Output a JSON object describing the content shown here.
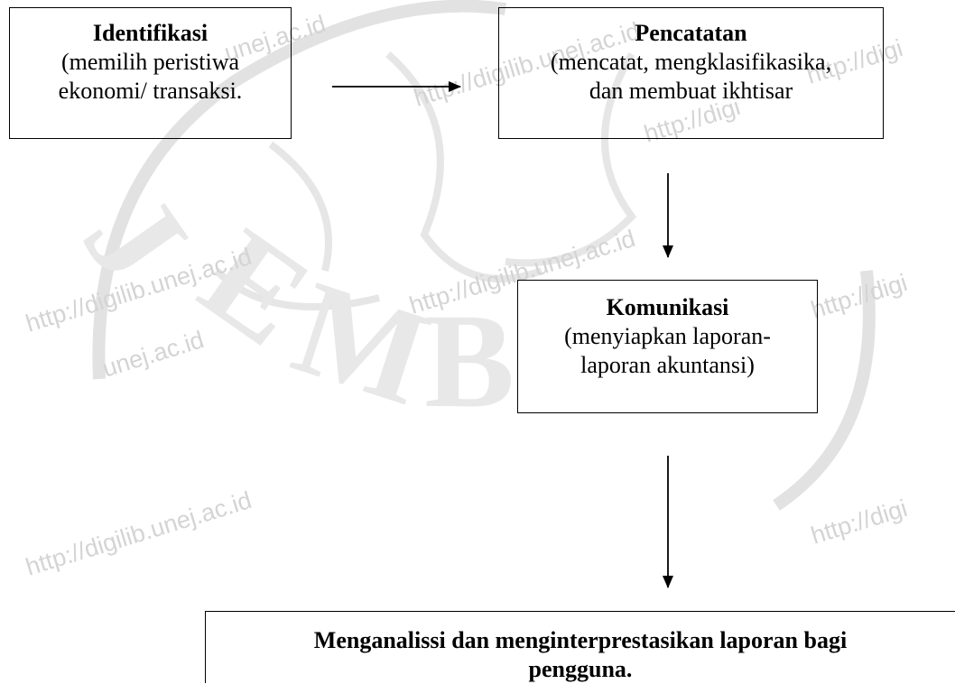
{
  "watermark": {
    "site_text": "http://digilib.unej.ac.id",
    "fragments": [
      "unej.ac.id",
      "http://digilib.unej.ac.id",
      "http://digi",
      "http://digi",
      "http://digilib.unej.ac.id",
      "unej.ac.id",
      "http://digilib.unej.ac.id",
      "http://digi",
      "http://digilib.unej.ac.id",
      "http://digi"
    ]
  },
  "nodes": {
    "identifikasi": {
      "title": "Identifikasi",
      "lines": [
        "(memilih peristiwa",
        "ekonomi/ transaksi."
      ]
    },
    "pencatatan": {
      "title": "Pencatatan",
      "lines": [
        "(mencatat, mengklasifikasika,",
        "dan membuat ikhtisar"
      ]
    },
    "komunikasi": {
      "title": "Komunikasi",
      "lines": [
        "(menyiapkan laporan-",
        "laporan akuntansi)"
      ]
    },
    "analisis": {
      "title_lines": [
        "Menganalissi dan menginterprestasikan laporan bagi",
        "pengguna."
      ]
    }
  },
  "edges": [
    {
      "from": "identifikasi",
      "to": "pencatatan"
    },
    {
      "from": "pencatatan",
      "to": "komunikasi"
    },
    {
      "from": "komunikasi",
      "to": "analisis"
    }
  ]
}
